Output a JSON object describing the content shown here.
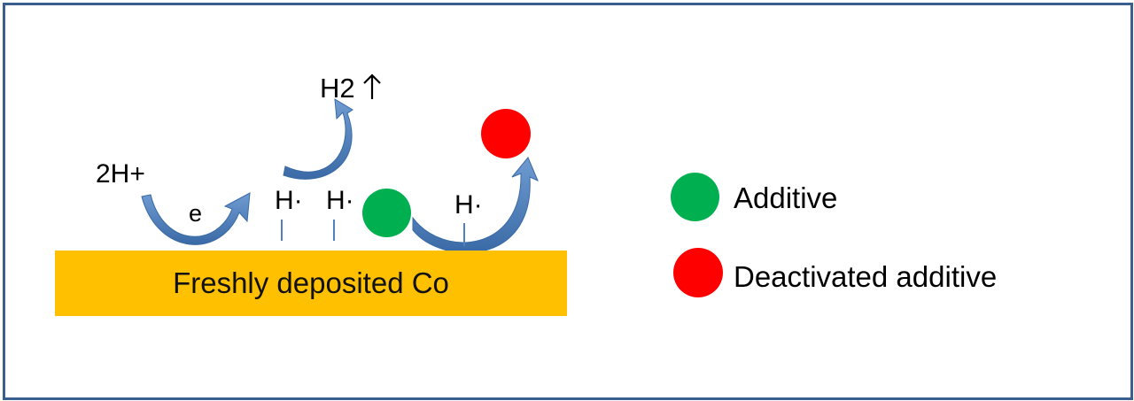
{
  "labels": {
    "protons": "2H+",
    "electron": "e",
    "hydrogen_gas": "H2",
    "h_adsorbed_1": "H·",
    "h_adsorbed_2": "H·",
    "h_adsorbed_3": "H·",
    "substrate": "Freshly deposited Co"
  },
  "legend": {
    "additive": "Additive",
    "deactivated": "Deactivated additive"
  },
  "colors": {
    "additive": "#00b050",
    "deactivated": "#ff0000",
    "substrate": "#ffc000",
    "arrow": "#4a78b0",
    "frame": "#3a5f8f"
  }
}
